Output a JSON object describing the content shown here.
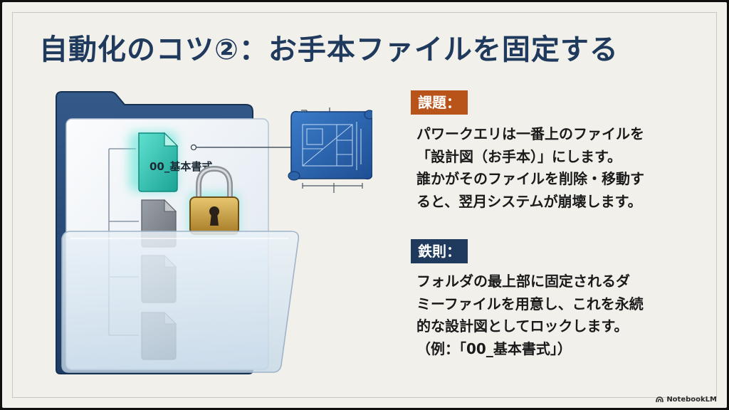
{
  "title": "自動化のコツ②：お手本ファイルを固定する",
  "illustration": {
    "file_label": "00_基本書式",
    "icons": [
      "folder-icon",
      "template-file-icon",
      "lock-icon",
      "blueprint-icon",
      "gray-file-icon"
    ],
    "colors": {
      "folder": "#2b4e7c",
      "template_file": "#2bc0b0",
      "lock": "#c9a24a",
      "blueprint": "#2b68b0"
    }
  },
  "issue": {
    "label": "課題：",
    "lines": [
      "パワークエリは一番上のファイルを",
      "「設計図（お手本）」にします。",
      "誰かがそのファイルを削除・移動す",
      "ると、翌月システムが崩壊します。"
    ]
  },
  "rule": {
    "label": "鉄則：",
    "lines": [
      "フォルダの最上部に固定されるダ",
      "ミーファイルを用意し、これを永続",
      "的な設計図としてロックします。",
      "（例：「00_基本書式」）"
    ]
  },
  "branding": "NotebookLM",
  "colors": {
    "title": "#1f3a5c",
    "issue_label_bg": "#b8531a",
    "rule_label_bg": "#1f3a5c",
    "background": "#f2f0ea"
  }
}
